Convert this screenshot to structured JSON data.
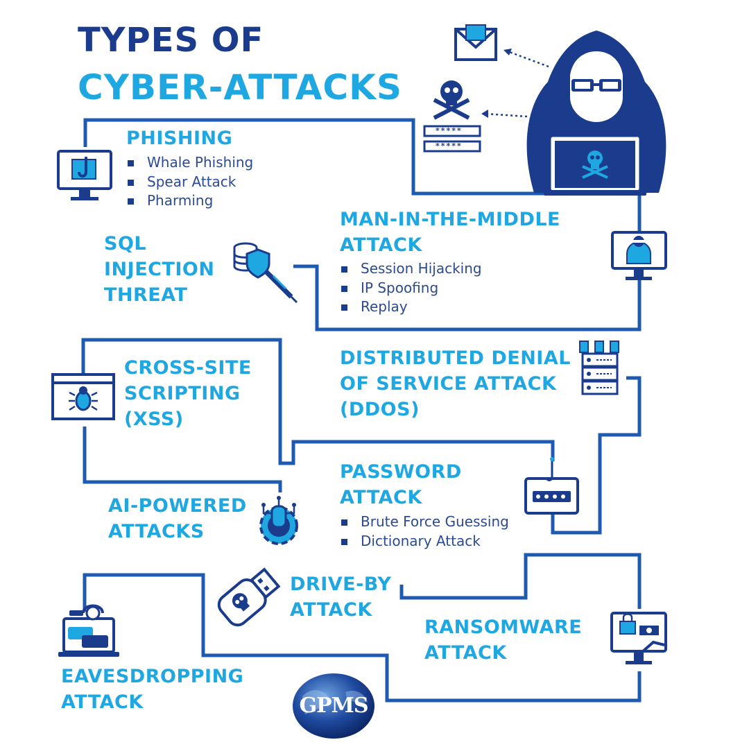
{
  "title": {
    "line1": "TYPES OF",
    "line2": "CYBER-ATTACKS"
  },
  "colors": {
    "navy": "#1b3c8c",
    "cyan": "#1ea7e1",
    "line": "#1e5bb0"
  },
  "attacks": {
    "phishing": {
      "heading": "PHISHING",
      "items": [
        "Whale Phishing",
        "Spear Attack",
        "Pharming"
      ],
      "icon": "phishing-monitor-icon"
    },
    "mitm": {
      "heading": "MAN-IN-THE-MIDDLE\nATTACK",
      "items": [
        "Session Hijacking",
        "IP Spoofing",
        "Replay"
      ],
      "icon": "hacker-monitor-icon"
    },
    "sql": {
      "heading": "SQL\nINJECTION\nTHREAT",
      "icon": "database-syringe-icon"
    },
    "ddos": {
      "heading": "DISTRIBUTED DENIAL\nOF SERVICE ATTACK\n(DDOS)",
      "icon": "server-rack-icon"
    },
    "xss": {
      "heading": "CROSS-SITE\nSCRIPTING\n(XSS)",
      "icon": "browser-bug-icon"
    },
    "password": {
      "heading": "PASSWORD\nATTACK",
      "items": [
        "Brute Force Guessing",
        "Dictionary Attack"
      ],
      "icon": "password-hook-icon"
    },
    "ai": {
      "heading": "AI-POWERED\nATTACKS",
      "icon": "robot-gear-icon"
    },
    "driveby": {
      "heading": "DRIVE-BY\nATTACK",
      "icon": "usb-skull-icon"
    },
    "ransomware": {
      "heading": "RANSOMWARE\nATTACK",
      "icon": "locked-monitor-icon"
    },
    "eavesdropping": {
      "heading": "EAVESDROPPING\nATTACK",
      "icon": "laptop-chat-icon"
    }
  },
  "hacker": {
    "icon": "hooded-hacker-icon",
    "password_mask": "*****"
  },
  "logo": {
    "text": "GPMS"
  }
}
